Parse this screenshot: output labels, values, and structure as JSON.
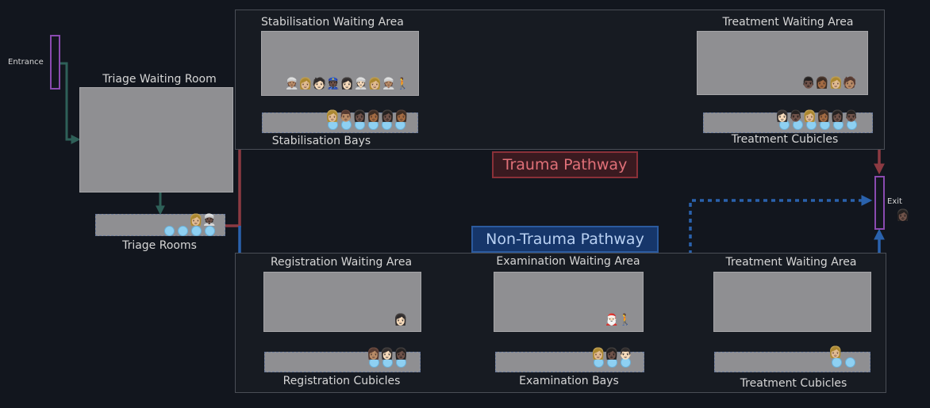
{
  "entrance_label": "Entrance",
  "exit_label": "Exit",
  "triage": {
    "waiting_label": "Triage Waiting Room",
    "rooms_label": "Triage Rooms",
    "rooms_emojis": "👩🏼👳🏿"
  },
  "trauma": {
    "pathway_label": "Trauma Pathway",
    "stab_waiting_label": "Stabilisation Waiting Area",
    "stab_waiting_emojis": "👳🏽👩🏼🧑🏻👮🏿👩🏻👳🏻👩🏼👳🏽🚶",
    "stab_bays_label": "Stabilisation Bays",
    "stab_bays_emojis": "👩🏼👨🏽👩🏿👩🏾👩🏿👩🏾",
    "treat_waiting_label": "Treatment Waiting Area",
    "treat_waiting_emojis": "👨🏿👩🏾👩🏼🧑🏽",
    "treat_cubicles_label": "Treatment Cubicles",
    "treat_cubicles_emojis": "👩🏻👨🏿👩🏼👩🏾👩🏿👨🏿"
  },
  "non_trauma": {
    "pathway_label": "Non-Trauma Pathway",
    "reg_waiting_label": "Registration Waiting Area",
    "reg_waiting_emojis": "👩🏻",
    "reg_cubicles_label": "Registration Cubicles",
    "reg_cubicles_emojis": "👩🏽👩🏻👩🏿",
    "exam_waiting_label": "Examination Waiting Area",
    "exam_waiting_emojis": "🎅🏻🚶",
    "exam_bays_label": "Examination Bays",
    "exam_bays_emojis": "👩🏼👩🏿👨🏻",
    "treat_waiting_label": "Treatment Waiting Area",
    "treat_cubicles_label": "Treatment Cubicles",
    "treat_cubicles_emojis": "👩🏼"
  },
  "exit_emoji": "👩🏿",
  "colors": {
    "trauma_flow": "#8c3a42",
    "non_trauma_flow": "#2a62ad",
    "triage_flow": "#2e6058",
    "bay_dot": "#8ed0f2"
  }
}
